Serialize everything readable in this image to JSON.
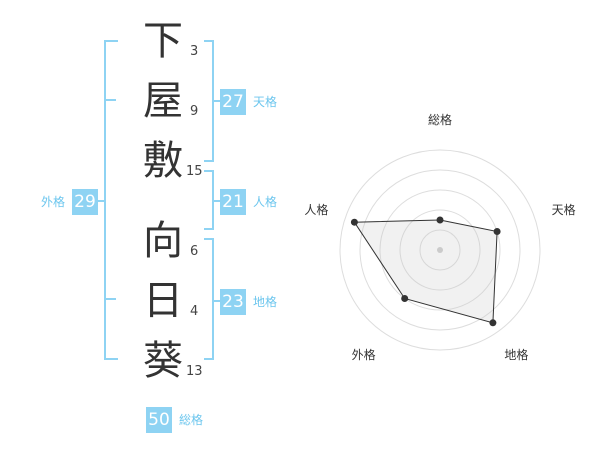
{
  "name_chars": [
    {
      "char": "下",
      "strokes": "3"
    },
    {
      "char": "屋",
      "strokes": "9"
    },
    {
      "char": "敷",
      "strokes": "15"
    },
    {
      "char": "向",
      "strokes": "6"
    },
    {
      "char": "日",
      "strokes": "4"
    },
    {
      "char": "葵",
      "strokes": "13"
    }
  ],
  "fortunes": {
    "tenkaku": {
      "value": "27",
      "label": "天格"
    },
    "jinkaku": {
      "value": "21",
      "label": "人格"
    },
    "chikaku": {
      "value": "23",
      "label": "地格"
    },
    "gaikaku": {
      "value": "29",
      "label": "外格"
    },
    "soukaku": {
      "value": "50",
      "label": "総格"
    }
  },
  "colors": {
    "accent": "#8ed3f3",
    "accent_text": "#6cc6ee",
    "text": "#333333"
  },
  "chart_data": {
    "type": "radar",
    "axes": [
      "総格",
      "天格",
      "地格",
      "外格",
      "人格"
    ],
    "values": [
      1.5,
      3,
      4.5,
      3,
      4.5
    ],
    "range": [
      0,
      5
    ],
    "rings": 5,
    "grid": true
  }
}
